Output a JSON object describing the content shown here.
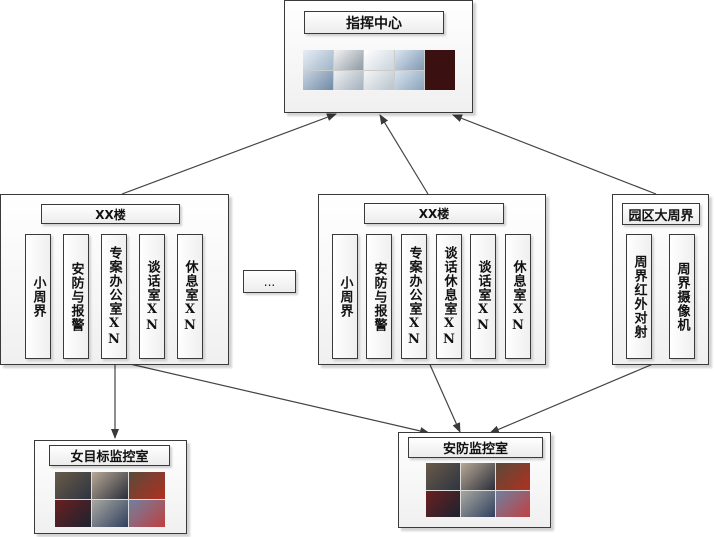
{
  "command_center": {
    "title": "指挥中心",
    "image": "video-wall-surveillance-screens"
  },
  "building_left": {
    "title": "XX楼",
    "rooms": [
      "小周界",
      "安防与报警",
      "专案办公室XN",
      "谈话室XN",
      "休息室XN"
    ]
  },
  "ellipsis": {
    "label": "..."
  },
  "building_right": {
    "title": "XX楼",
    "rooms": [
      "小周界",
      "安防与报警",
      "专案办公室XN",
      "谈话休息室XN",
      "谈话室XN",
      "休息室XN"
    ]
  },
  "perimeter": {
    "title": "园区大周界",
    "items": [
      "周界红外对射",
      "周界摄像机"
    ]
  },
  "female_monitor": {
    "title": "女目标监控室",
    "image": "security-staff-photo-collage"
  },
  "security_monitor": {
    "title": "安防监控室",
    "image": "security-staff-photo-collage"
  },
  "connections": [
    {
      "from": "building_left",
      "to": "command_center"
    },
    {
      "from": "building_right",
      "to": "command_center"
    },
    {
      "from": "perimeter",
      "to": "command_center"
    },
    {
      "from": "building_left",
      "to": "female_monitor"
    },
    {
      "from": "building_left",
      "to": "security_monitor"
    },
    {
      "from": "building_right",
      "to": "security_monitor"
    },
    {
      "from": "perimeter",
      "to": "security_monitor"
    }
  ],
  "colors": {
    "border": "#3a3a3a",
    "arrow": "#444444",
    "box_fill": "#f4f4f4"
  }
}
